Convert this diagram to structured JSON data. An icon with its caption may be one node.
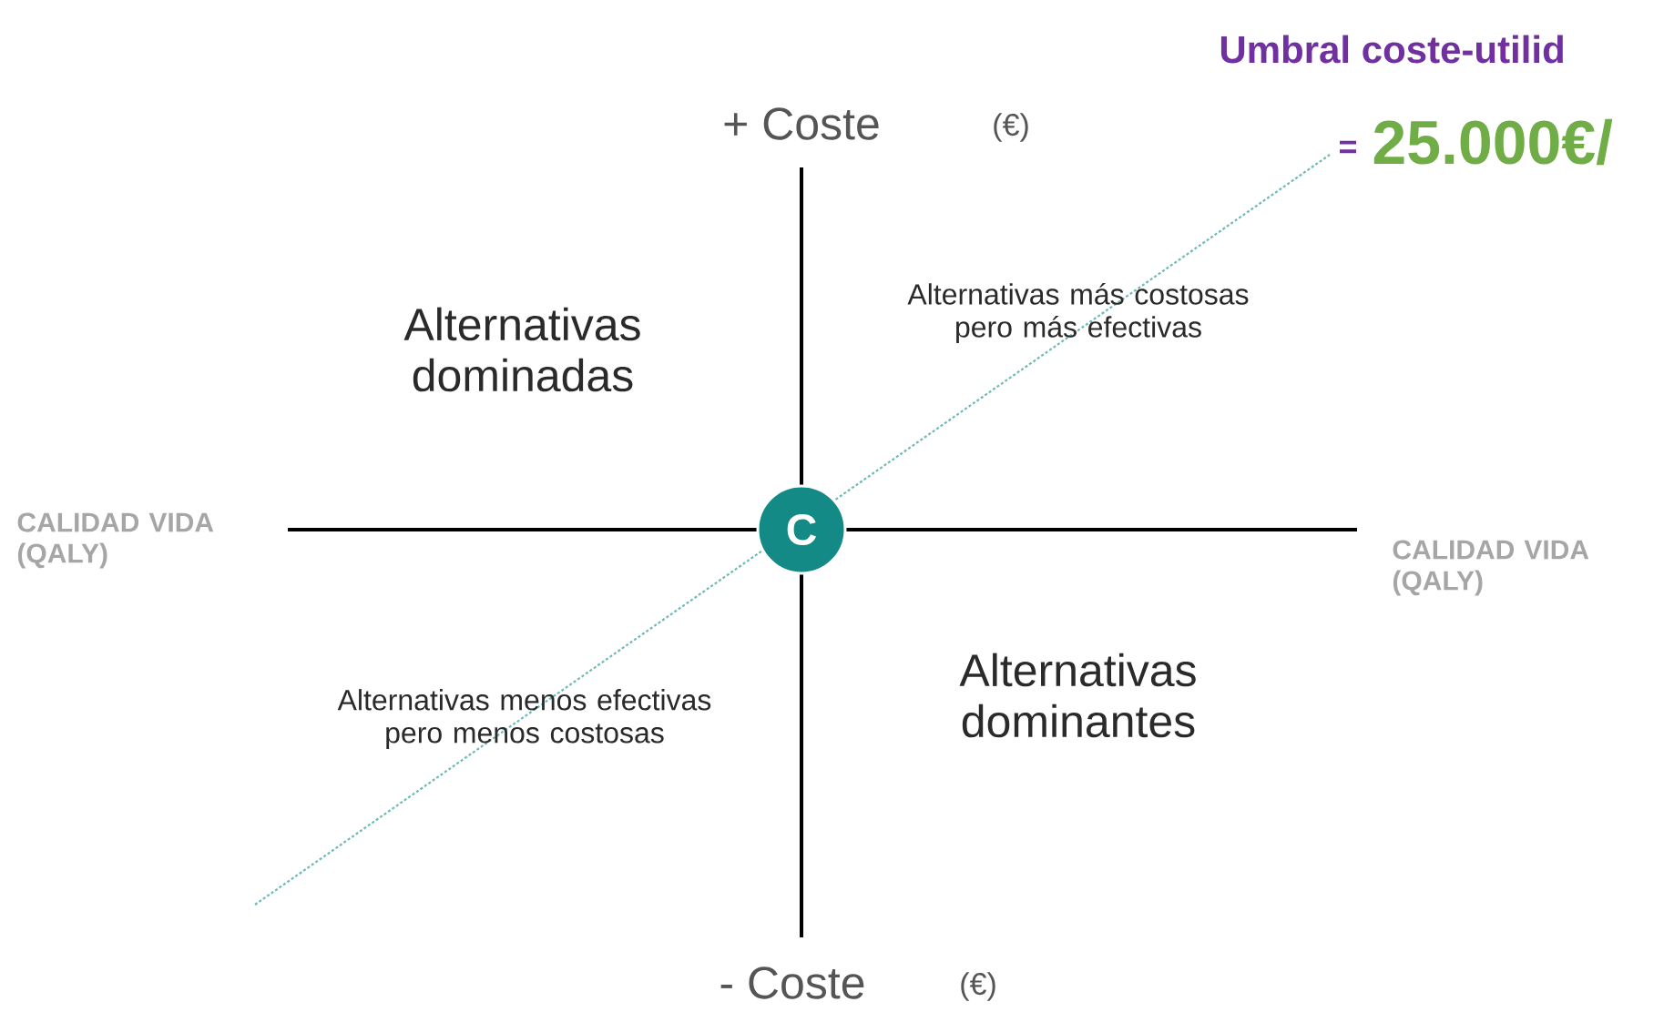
{
  "diagram": {
    "nodes": [
      {
        "text": [
          "C"
        ]
      }
    ],
    "labels": [
      "Umbral coste-utilid",
      "+ Coste",
      "(€)",
      "=",
      "25.000€/",
      "Alternativas dominadas",
      "Alternativas más costosas pero más efectivas",
      "CALIDAD VIDA (QALY)",
      "CALIDAD VIDA (QALY)",
      "Alternativas menos efectivas pero menos costosas",
      "Alternativas dominantes",
      "- Coste",
      "(€)"
    ]
  }
}
